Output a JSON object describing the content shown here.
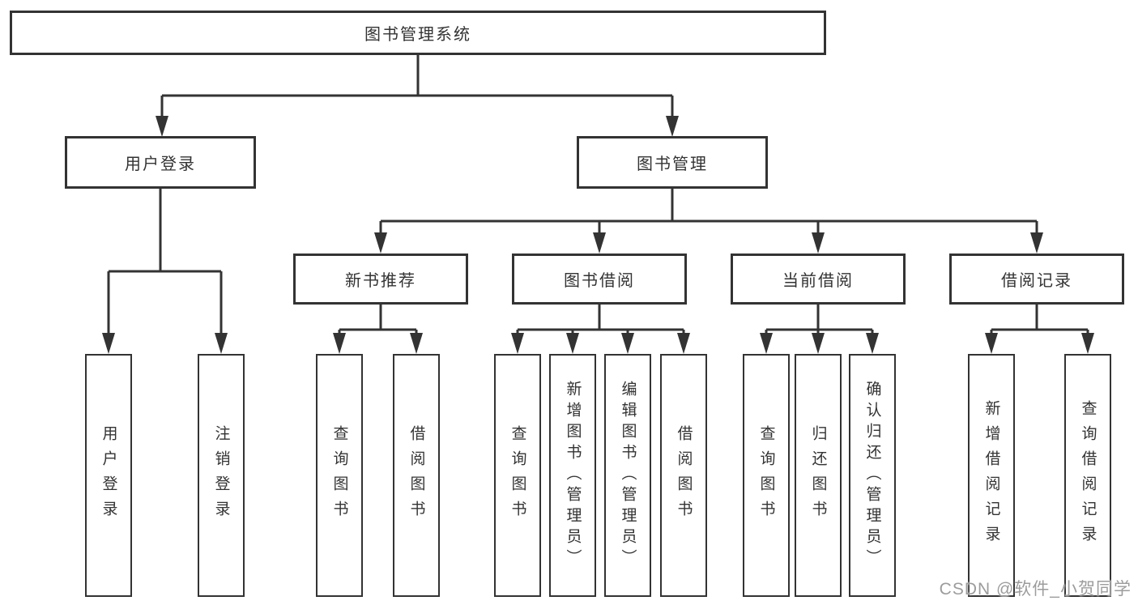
{
  "diagram": {
    "root": {
      "label": "图书管理系统"
    },
    "branches": [
      {
        "label": "用户登录",
        "leaves": [
          {
            "label": "用户登录"
          },
          {
            "label": "注销登录"
          }
        ]
      },
      {
        "label": "图书管理",
        "groups": [
          {
            "label": "新书推荐",
            "leaves": [
              {
                "label": "查询图书"
              },
              {
                "label": "借阅图书"
              }
            ]
          },
          {
            "label": "图书借阅",
            "leaves": [
              {
                "label": "查询图书"
              },
              {
                "label": "新增图书（管理员）"
              },
              {
                "label": "编辑图书（管理员）"
              },
              {
                "label": "借阅图书"
              }
            ]
          },
          {
            "label": "当前借阅",
            "leaves": [
              {
                "label": "查询图书"
              },
              {
                "label": "归还图书"
              },
              {
                "label": "确认归还（管理员）"
              }
            ]
          },
          {
            "label": "借阅记录",
            "leaves": [
              {
                "label": "新增借阅记录"
              },
              {
                "label": "查询借阅记录"
              }
            ]
          }
        ]
      }
    ]
  },
  "watermark": {
    "text": "CSDN @软件_小贺同学"
  },
  "colors": {
    "line": "#333333",
    "text": "#333333",
    "box_background": "#ffffff",
    "watermark": "#9c9c9c",
    "page_background": "#ffffff"
  }
}
